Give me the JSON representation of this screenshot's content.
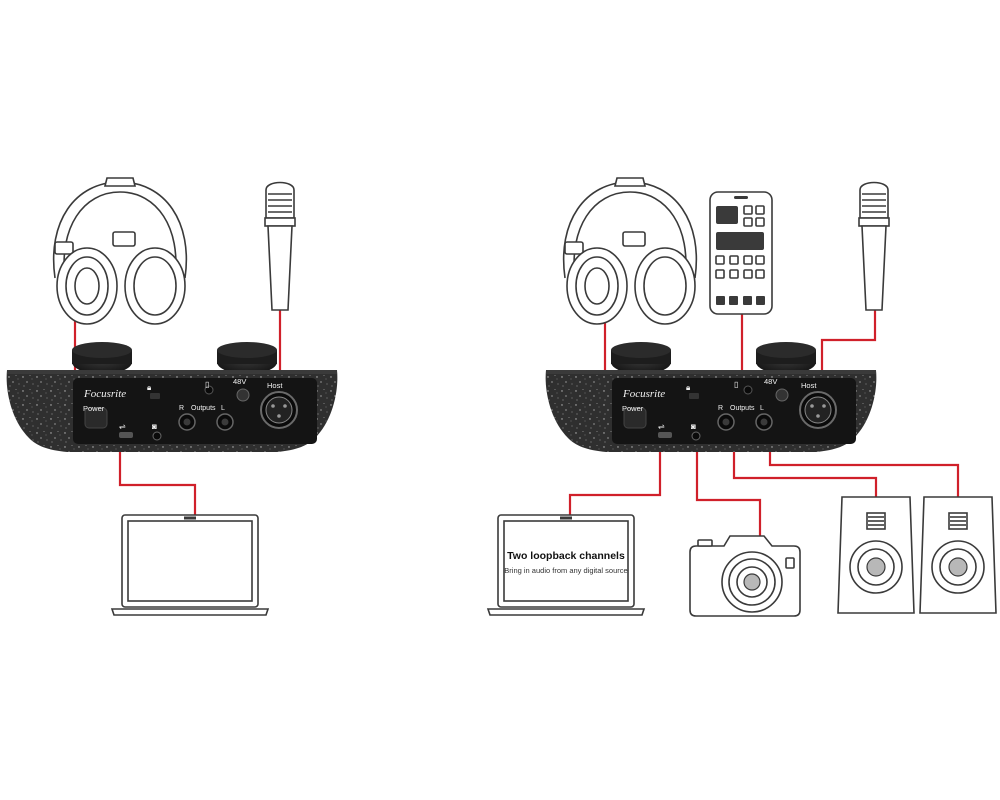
{
  "interface": {
    "brand": "Focusrite",
    "power_label": "Power",
    "phantom_label": "48V",
    "host_label": "Host",
    "outputs_label": "Outputs",
    "right_label": "R",
    "left_label": "L"
  },
  "laptop_caption": {
    "title": "Two loopback channels",
    "subtitle": "Bring in audio from any digital source"
  },
  "icons": [
    "headphones-icon",
    "microphone-icon",
    "smartphone-icon",
    "laptop-icon",
    "camera-icon",
    "speaker-icon",
    "lock-icon",
    "usb-icon",
    "phone-glyph-icon"
  ],
  "colors": {
    "cable": "#d0202a",
    "device_body": "#2e2e2e",
    "line_art": "#3a3a3a"
  }
}
